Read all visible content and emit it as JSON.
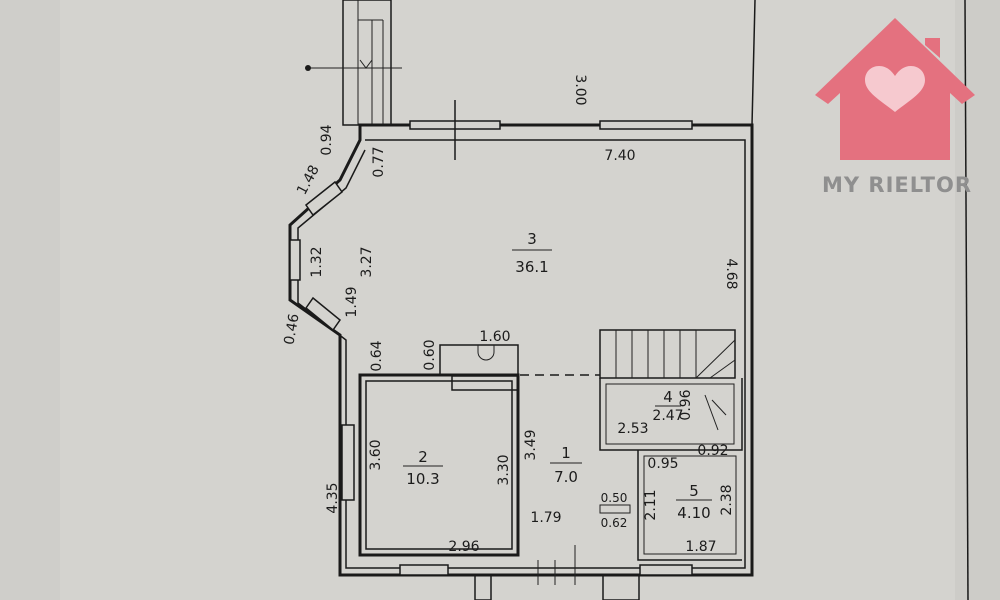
{
  "logo": {
    "text": "MY RIELTOR",
    "house_color": "#e4717f",
    "heart_color": "#f6c9cf",
    "text_color": "#8f8f8f"
  },
  "rooms": [
    {
      "number": "1",
      "area": "7.0"
    },
    {
      "number": "2",
      "area": "10.3"
    },
    {
      "number": "3",
      "area": "36.1"
    },
    {
      "number": "4",
      "area": "2.47"
    },
    {
      "number": "5",
      "area": "4.10"
    }
  ],
  "dimensions": {
    "top_height": "3.00",
    "top_width": "7.40",
    "bay_diag_upper": "1.48",
    "bay_upper_wall": "0.94",
    "bay_upper_gap": "0.77",
    "bay_front": "1.32",
    "room3_height": "3.27",
    "bay_diag_lower": "1.49",
    "bay_lower_wall": "0.46",
    "bay_lower_gap": "0.64",
    "right_height": "4.68",
    "niche_width": "1.60",
    "niche_depth": "0.60",
    "room2_left": "3.60",
    "room2_right": "3.30",
    "room2_width": "2.96",
    "outer_left": "4.35",
    "room1_height": "3.49",
    "room1_width": "1.79",
    "room4_width": "2.53",
    "room4_height": "0.96",
    "room5_top": "0.95",
    "room5_corner": "0.92",
    "room5_left": "2.11",
    "room5_right": "2.38",
    "room5_bottom": "1.87",
    "duct_top": "0.50",
    "duct_bottom": "0.62"
  }
}
